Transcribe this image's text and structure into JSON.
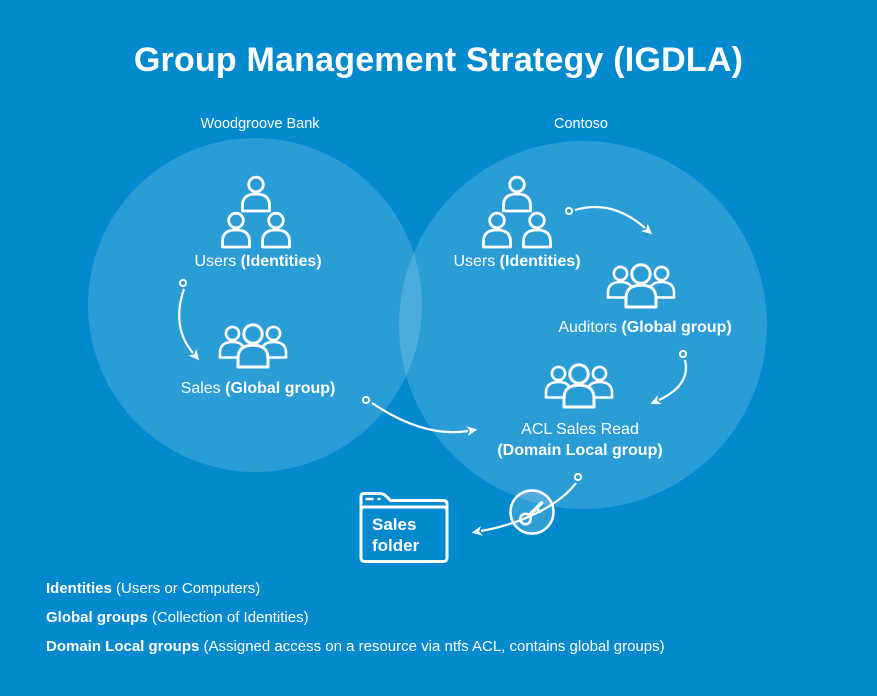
{
  "title": "Group Management Strategy (IGDLA)",
  "colors": {
    "background": "#0289CE",
    "circle_overlay": "rgba(255,255,255,0.16)",
    "text": "#FFFFFF",
    "group_body_fill": "#2A9CD5"
  },
  "domains": [
    {
      "id": "woodgroove",
      "name": "Woodgroove Bank"
    },
    {
      "id": "contoso",
      "name": "Contoso"
    }
  ],
  "nodes": {
    "woodgroove_users": {
      "label": "Users",
      "qualifier": "(Identities)",
      "icon": "users-icon"
    },
    "sales_group": {
      "label": "Sales",
      "qualifier": "(Global group)",
      "icon": "group-icon"
    },
    "contoso_users": {
      "label": "Users",
      "qualifier": "(Identities)",
      "icon": "users-icon"
    },
    "auditors_group": {
      "label": "Auditors",
      "qualifier": "(Global group)",
      "icon": "group-icon"
    },
    "acl_group": {
      "label": "ACL Sales Read",
      "qualifier": "(Domain Local group)",
      "icon": "group-icon"
    },
    "sales_folder": {
      "label_line1": "Sales",
      "label_line2": "folder",
      "icon": "folder-icon"
    },
    "access_key": {
      "icon": "key-icon"
    }
  },
  "legend": [
    {
      "term": "Identities",
      "description": "(Users or Computers)"
    },
    {
      "term": "Global groups",
      "description": "(Collection of Identities)"
    },
    {
      "term": "Domain Local groups",
      "description": "(Assigned access on a resource via ntfs ACL, contains global groups)"
    }
  ]
}
